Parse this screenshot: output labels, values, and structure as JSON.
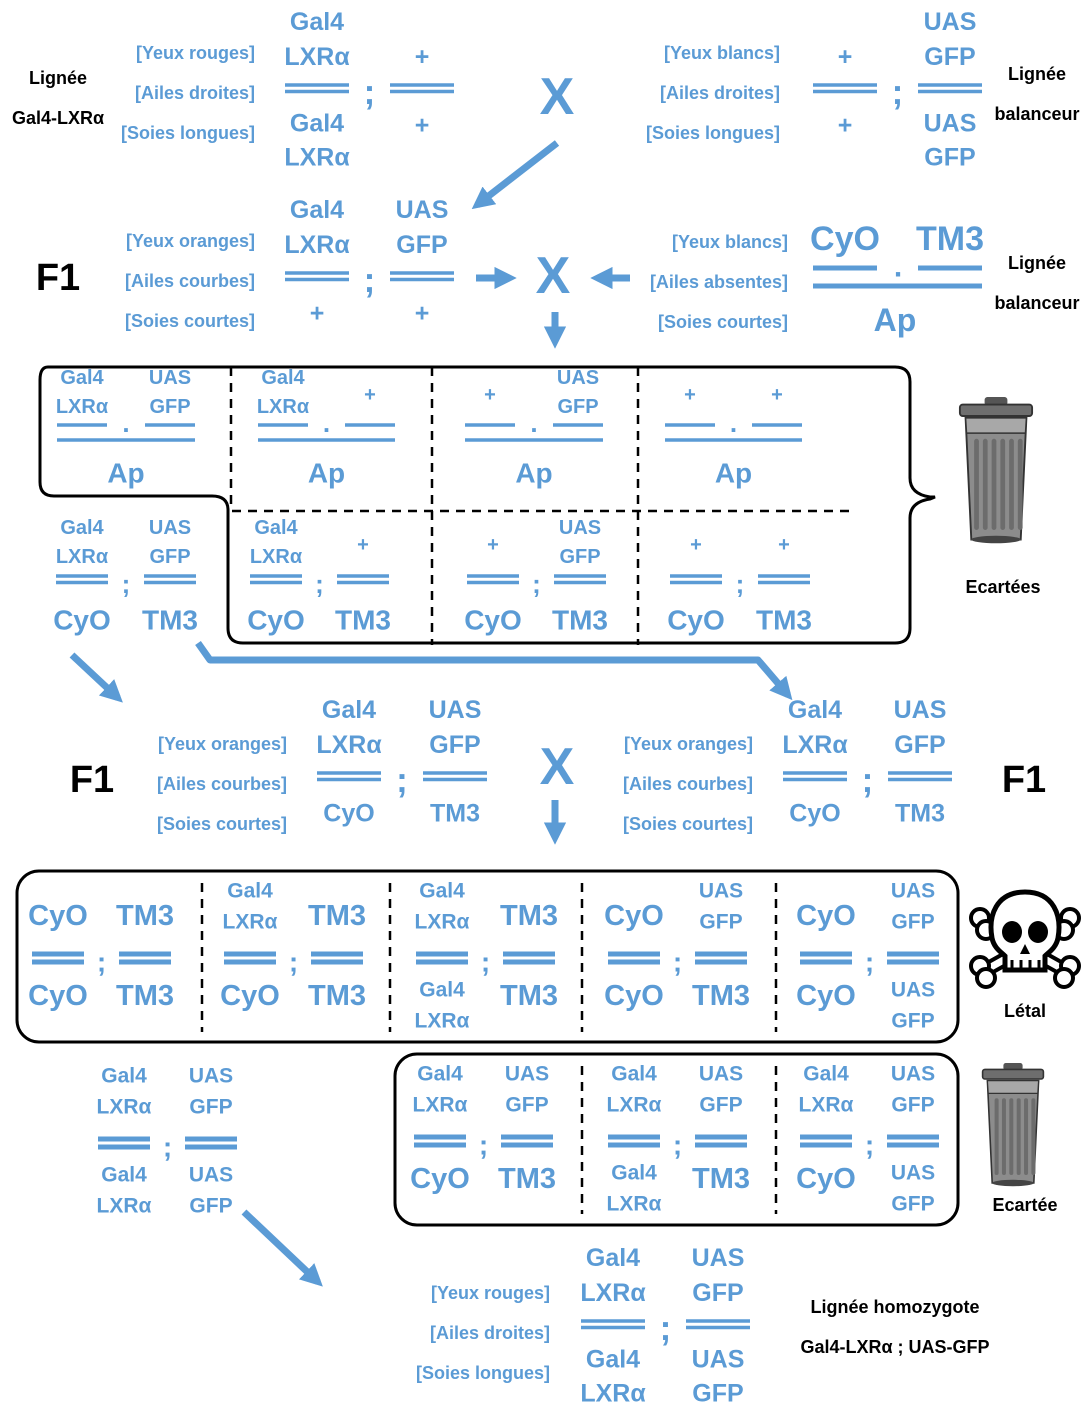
{
  "colors": {
    "blue": "#5b9bd5",
    "black": "#000000",
    "trash": "#8c8c8c"
  },
  "alleles": {
    "gal4": "Gal4",
    "lxr": "LXRα",
    "uas": "UAS",
    "gfp": "GFP",
    "plus": "+",
    "cyo": "CyO",
    "tm3": "TM3",
    "ap": "Ap",
    "semi": ";",
    "dot": "."
  },
  "cross_symbol": "X",
  "generation": "F1",
  "parents": {
    "gal4_line": {
      "name1": "Lignée",
      "name2": "Gal4-LXRα",
      "phenotype": [
        "[Yeux rouges]",
        "[Ailes droites]",
        "[Soies longues]"
      ]
    },
    "balancer_1": {
      "name1": "Lignée",
      "name2": "balanceur",
      "phenotype": [
        "[Yeux blancs]",
        "[Ailes droites]",
        "[Soies longues]"
      ]
    },
    "f1_left": {
      "phenotype": [
        "[Yeux oranges]",
        "[Ailes courbes]",
        "[Soies courtes]"
      ]
    },
    "balancer_2": {
      "name1": "Lignée",
      "name2": "balanceur",
      "phenotype": [
        "[Yeux blancs]",
        "[Ailes absentes]",
        "[Soies courtes]"
      ]
    },
    "f1_pair": {
      "phenotype": [
        "[Yeux oranges]",
        "[Ailes courbes]",
        "[Soies courtes]"
      ]
    },
    "final": {
      "phenotype": [
        "[Yeux rouges]",
        "[Ailes droites]",
        "[Soies longues]"
      ]
    }
  },
  "labels": {
    "discarded": "Ecartées",
    "discarded_single": "Ecartée",
    "lethal": "Létal",
    "final_line_1": "Lignée homozygote",
    "final_line_2": "Gal4-LXRα ; UAS-GFP"
  },
  "icons": [
    "trash-can-icon",
    "skull-crossbones-icon",
    "arrow-icon"
  ]
}
